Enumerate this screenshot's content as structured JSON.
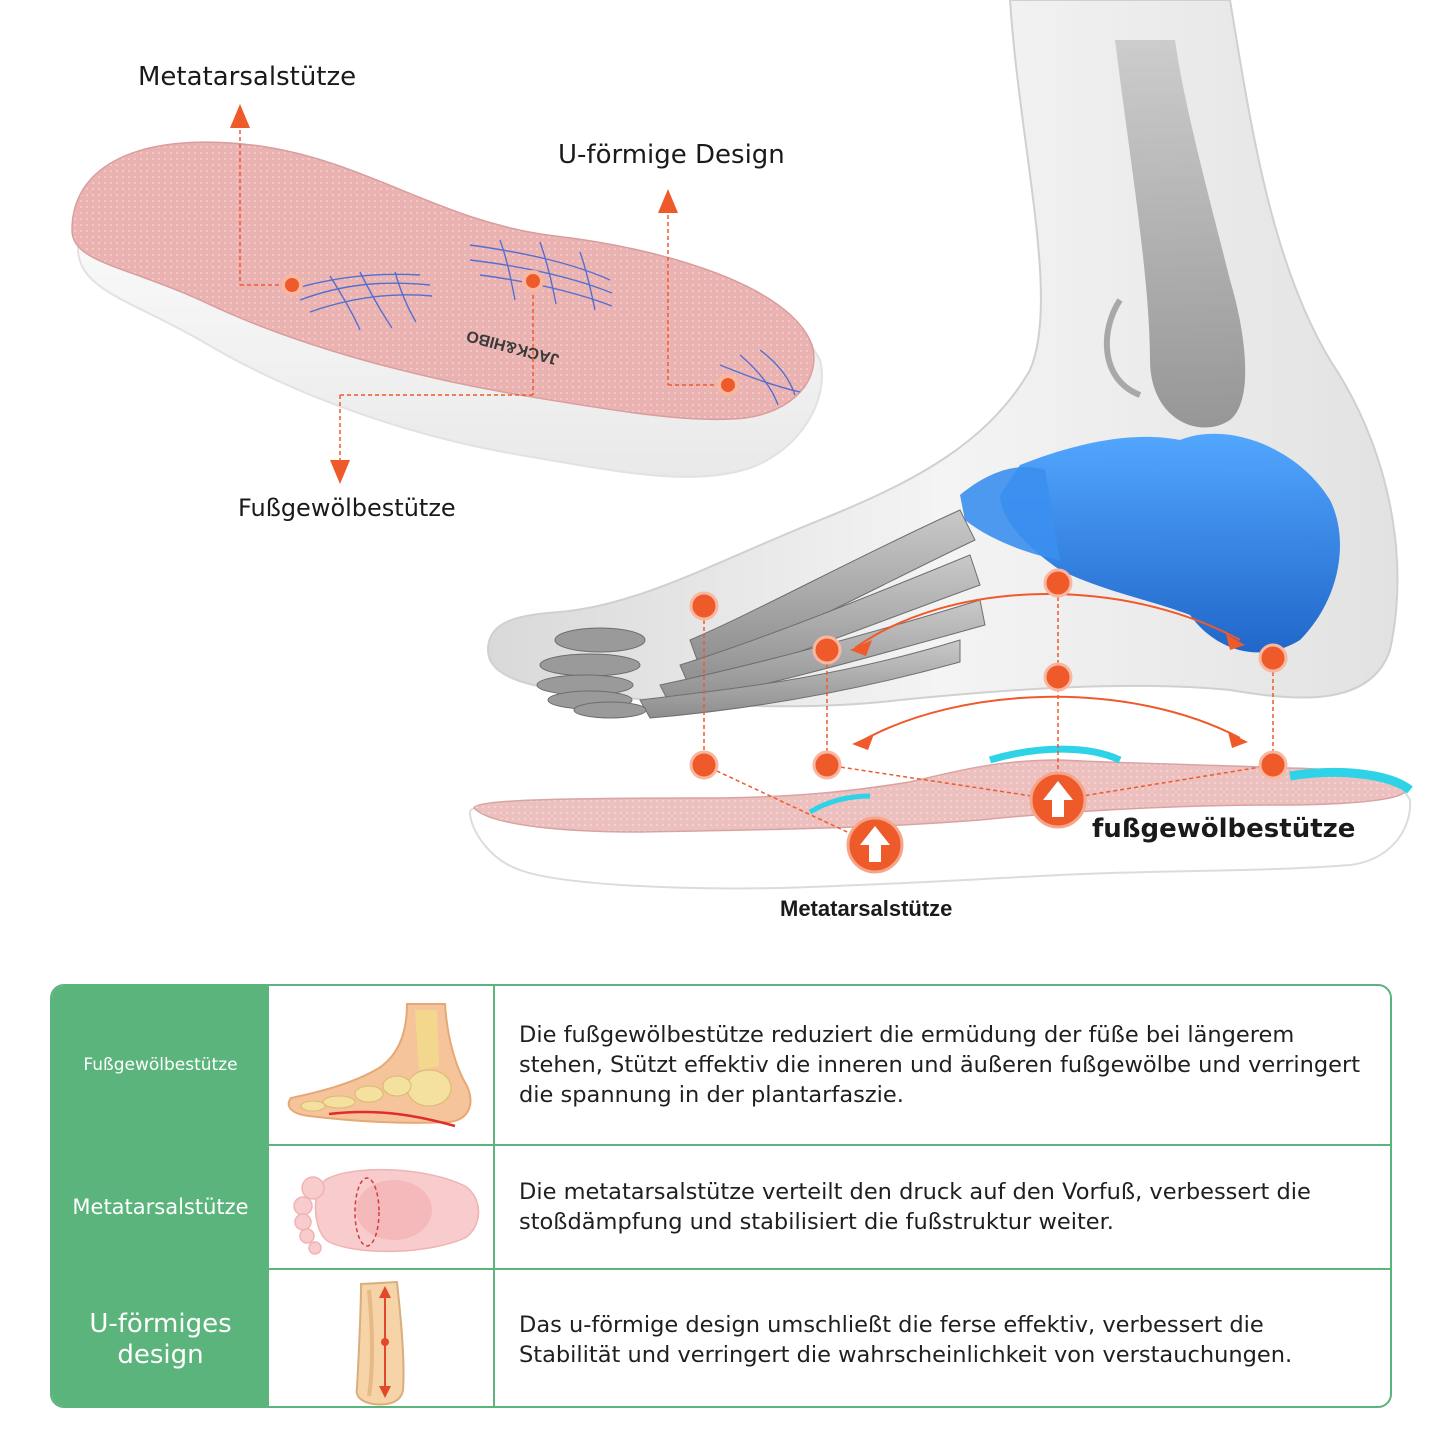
{
  "callouts": {
    "top_left_metatarsal": "Metatarsalstütze",
    "top_u_design": "U-förmige Design",
    "top_arch": "Fußgewölbestütze",
    "insole_brand": "JACK&HIBO",
    "right_arch": "fußgewölbestütze",
    "right_metatarsal": "Metatarsalstütze"
  },
  "colors": {
    "accent_orange": "#ef5a2a",
    "table_green": "#5bb47b",
    "insole_pink": "#eab7b6",
    "bone_blue": "#2f7fe0"
  },
  "table": {
    "rows": [
      {
        "label": "Fußgewölbestütze",
        "icon": "foot-arch-illustration",
        "text": "Die fußgewölbestütze reduziert die ermüdung der füße bei längerem stehen, Stützt effektiv die inneren und äußeren fußgewölbe und verringert die spannung in der plantarfaszie."
      },
      {
        "label": "Metatarsalstütze",
        "icon": "forefoot-sole-illustration",
        "text": "Die metatarsalstütze verteilt den druck auf den Vorfuß, verbessert die stoßdämpfung und stabilisiert die fußstruktur weiter."
      },
      {
        "label": "U-förmiges design",
        "icon": "heel-cup-illustration",
        "text": "Das u-förmige design umschließt die ferse effektiv, verbessert die Stabilität und verringert die wahrscheinlichkeit von verstauchungen."
      }
    ]
  }
}
